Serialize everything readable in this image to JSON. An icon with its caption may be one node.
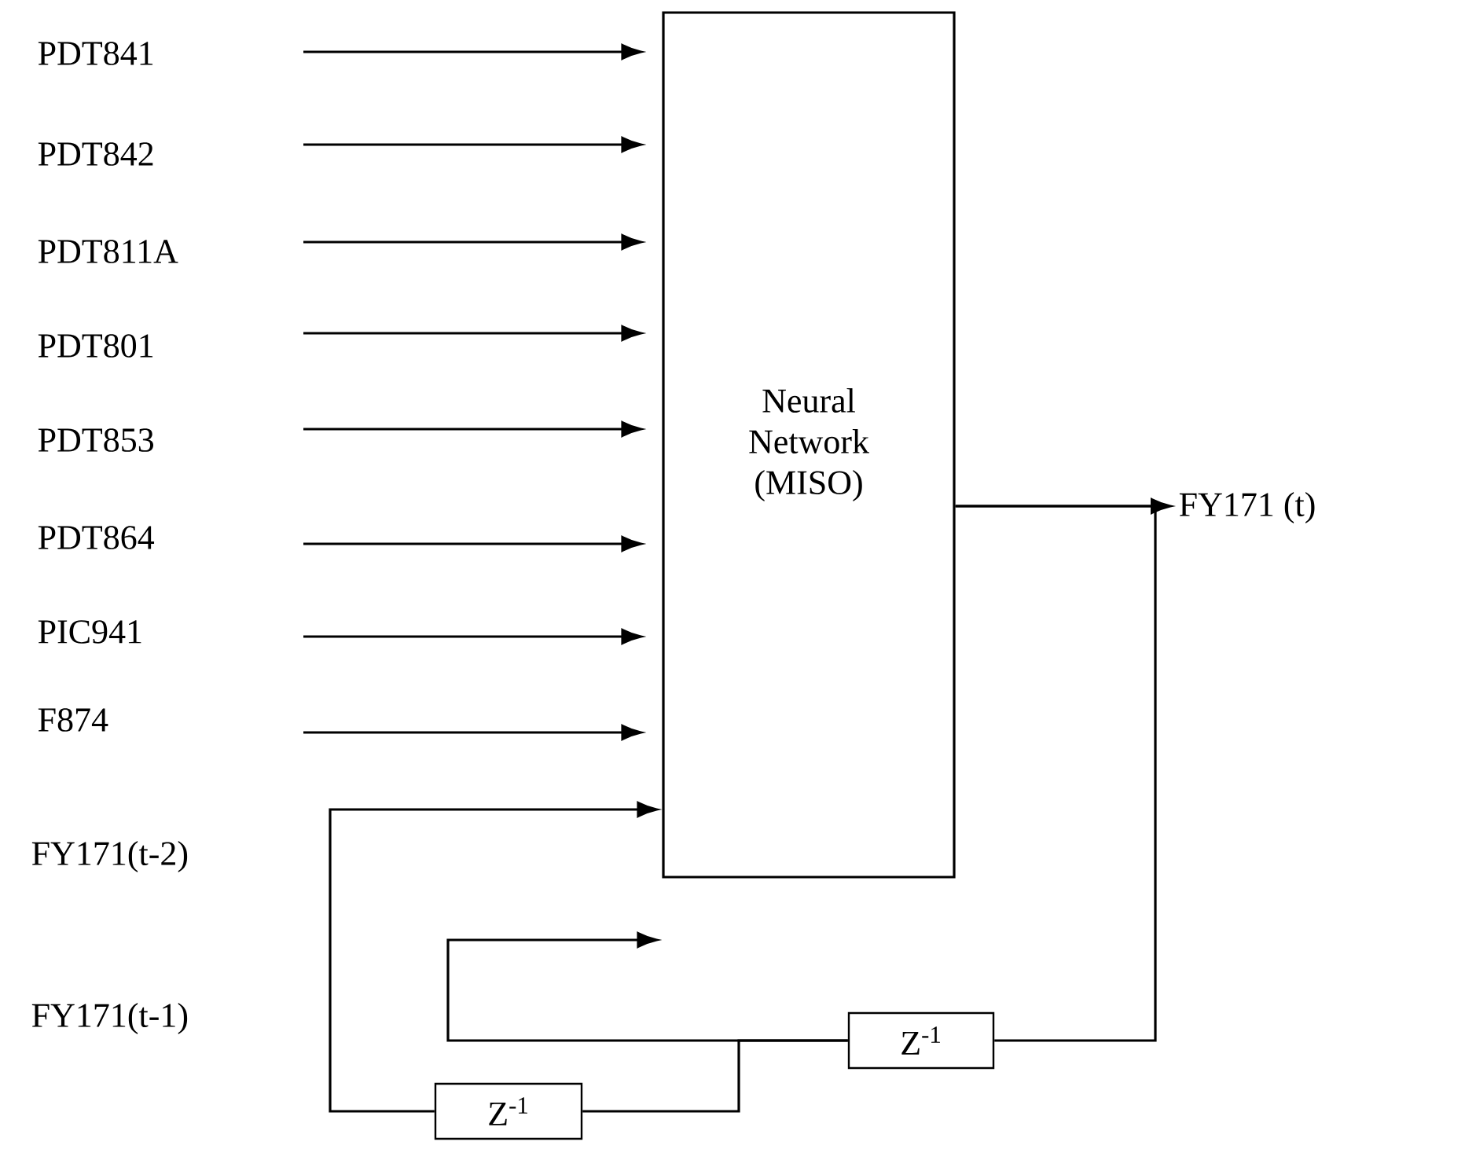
{
  "diagram": {
    "nodes": [
      {
        "text": [
          "Neural Network (MISO)"
        ]
      },
      {
        "text": [
          "FY171 (t)"
        ]
      },
      {
        "text": [
          "Z$^{-1}$"
        ]
      },
      {
        "text": [
          "Z$^{-1}$"
        ]
      }
    ],
    "edges": [
      {
        "from": null,
        "to": 0,
        "arrow": "to"
      },
      {
        "from": null,
        "to": 0,
        "arrow": "to"
      },
      {
        "from": null,
        "to": 0,
        "arrow": "to"
      },
      {
        "from": null,
        "to": 0,
        "arrow": "to"
      },
      {
        "from": null,
        "to": 0,
        "arrow": "to"
      },
      {
        "from": null,
        "to": 0,
        "arrow": "to"
      },
      {
        "from": null,
        "to": 0,
        "arrow": "to"
      },
      {
        "from": null,
        "to": 0,
        "arrow": "to"
      },
      {
        "from": 0,
        "to": 1,
        "arrow": "to"
      },
      {
        "from": 0,
        "to": 2,
        "arrow": "none"
      },
      {
        "from": 2,
        "to": 0,
        "arrow": "to"
      },
      {
        "from": 2,
        "to": 3,
        "arrow": "none"
      },
      {
        "from": 3,
        "to": 0,
        "arrow": "to"
      }
    ],
    "labels": [
      "PDT841",
      "PDT842",
      "PDT811A",
      "PDT801",
      "PDT853",
      "PDT864",
      "PIC941",
      "F874",
      "FY171(t-2)",
      "FY171(t-1)"
    ]
  }
}
